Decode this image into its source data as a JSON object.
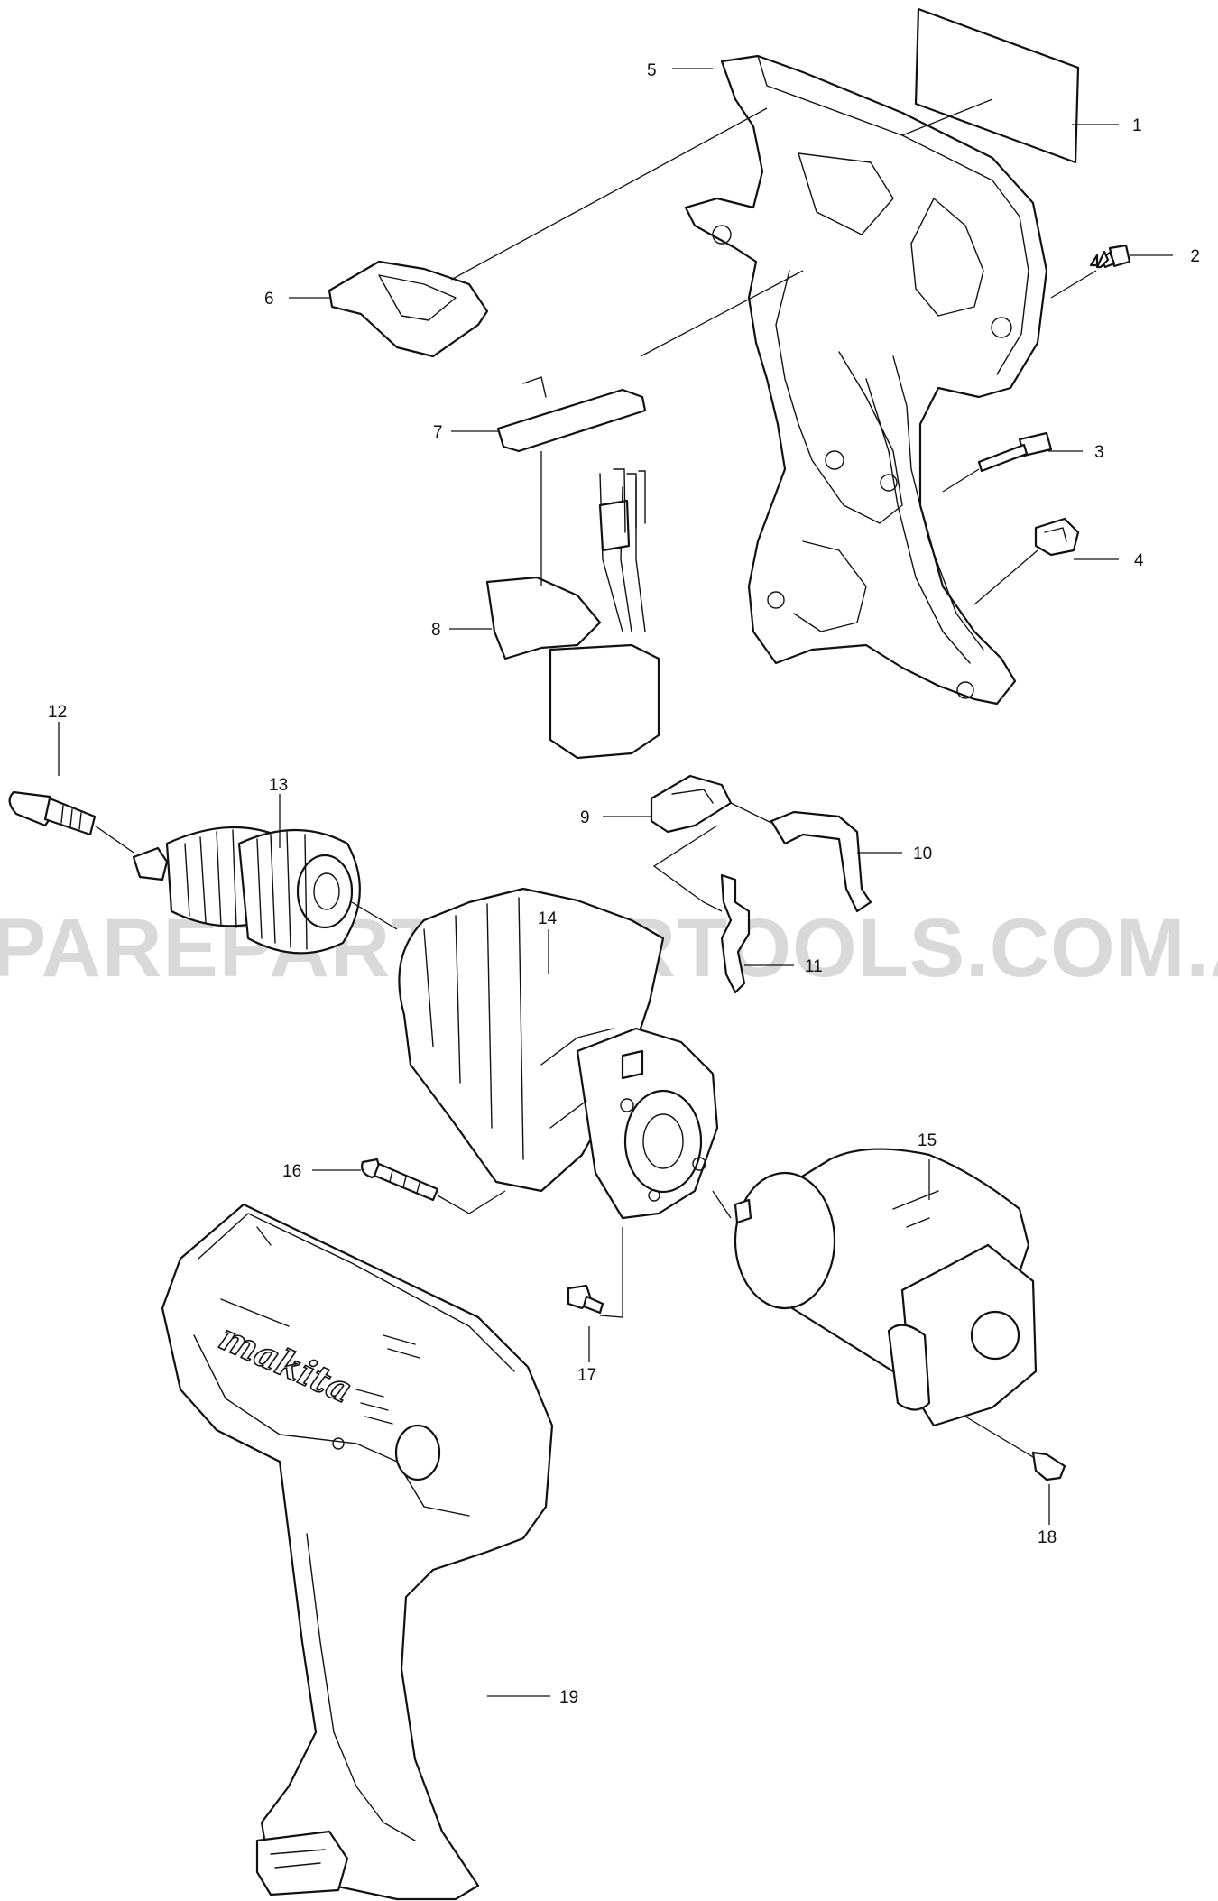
{
  "watermark": "PAREPARTSFORTOOLS.COM.A",
  "brand_logo": "makita",
  "colors": {
    "ink": "#111111",
    "watermark": "#d9d9d9",
    "background": "#ffffff"
  },
  "callouts": [
    "1",
    "2",
    "3",
    "4",
    "5",
    "6",
    "7",
    "8",
    "9",
    "10",
    "11",
    "12",
    "13",
    "14",
    "15",
    "16",
    "17",
    "18",
    "19"
  ]
}
